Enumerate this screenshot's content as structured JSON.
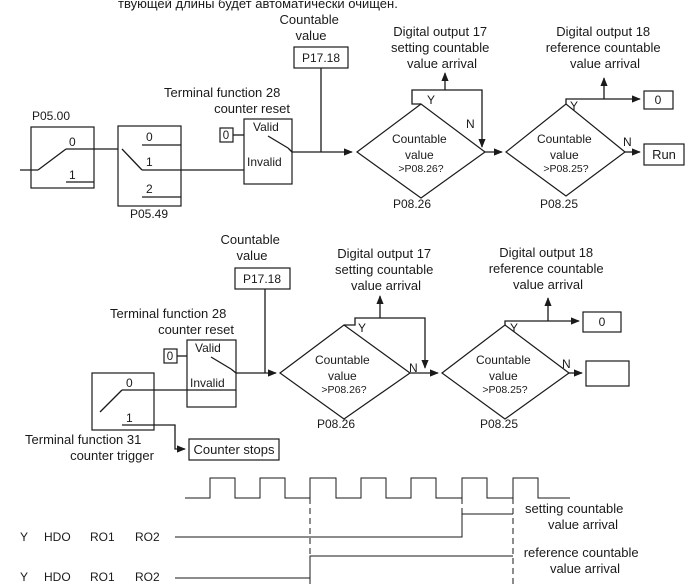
{
  "top_text": "твующей длины будет автоматически очищен.",
  "d1": {
    "countable_value_title": [
      "Countable",
      "value"
    ],
    "countable_param": "P17.18",
    "digital_out_17": [
      "Digital output 17",
      "setting countable",
      "value arrival"
    ],
    "digital_out_18": [
      "Digital output 18",
      "reference countable",
      "value arrival"
    ],
    "terminal_28": [
      "Terminal function 28",
      "counter reset"
    ],
    "p0500": "P05.00",
    "p0549": "P05.49",
    "sel_a_0": "0",
    "sel_a_1": "1",
    "sel_b_0": "0",
    "sel_b_1": "1",
    "sel_b_2": "2",
    "reset_input": "0",
    "valid": "Valid",
    "invalid": "Invalid",
    "diamond1": [
      "Countable",
      "value",
      ">P08.26?"
    ],
    "diamond2": [
      "Countable",
      "value",
      ">P08.25?"
    ],
    "p0826": "P08.26",
    "p0825": "P08.25",
    "y1": "Y",
    "n1": "N",
    "y2": "Y",
    "n2": "N",
    "out_zero": "0",
    "run": "Run"
  },
  "d2": {
    "countable_value_title": [
      "Countable",
      "value"
    ],
    "countable_param": "P17.18",
    "digital_out_17": [
      "Digital output 17",
      "setting countable",
      "value arrival"
    ],
    "digital_out_18": [
      "Digital output 18",
      "reference countable",
      "value arrival"
    ],
    "terminal_28": [
      "Terminal function 28",
      "counter reset"
    ],
    "reset_input": "0",
    "valid": "Valid",
    "invalid": "Invalid",
    "trig_0": "0",
    "trig_1": "1",
    "diamond1": [
      "Countable",
      "value",
      ">P08.26?"
    ],
    "diamond2": [
      "Countable",
      "value",
      ">P08.25?"
    ],
    "p0826": "P08.26",
    "p0825": "P08.25",
    "y1": "Y",
    "n1": "N",
    "y2": "Y",
    "n2": "N",
    "out_zero": "0",
    "out_blank": "",
    "terminal_31": [
      "Terminal function 31",
      "counter trigger"
    ],
    "counter_stops": "Counter stops"
  },
  "timing": {
    "row1": [
      "Y",
      "HDO",
      "RO1",
      "RO2"
    ],
    "row2": [
      "Y",
      "HDO",
      "RO1",
      "RO2"
    ],
    "label1": [
      "setting countable",
      "value arrival"
    ],
    "label2": [
      "reference countable",
      "value arrival"
    ]
  }
}
